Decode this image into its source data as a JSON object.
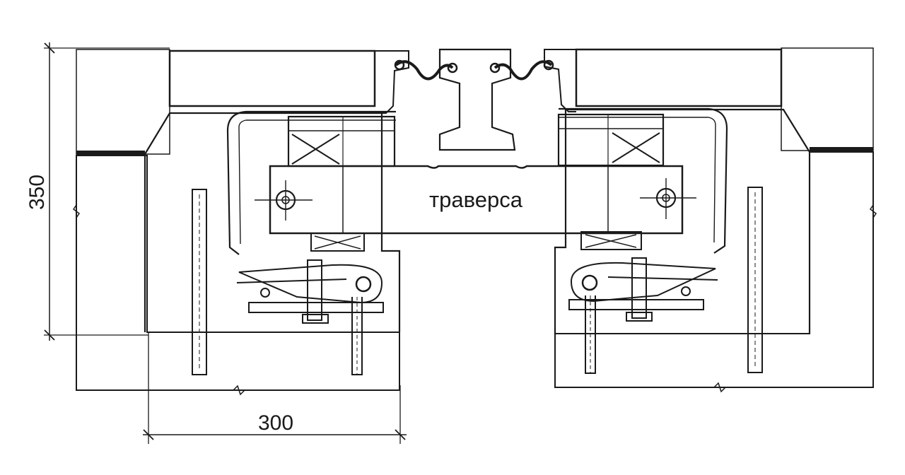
{
  "labels": {
    "traverse": "траверса",
    "height_dim": "350",
    "width_dim": "300"
  },
  "colors": {
    "ink": "#1a1a1a",
    "paper": "#ffffff",
    "rubber_fill": "#3a3a3a"
  }
}
